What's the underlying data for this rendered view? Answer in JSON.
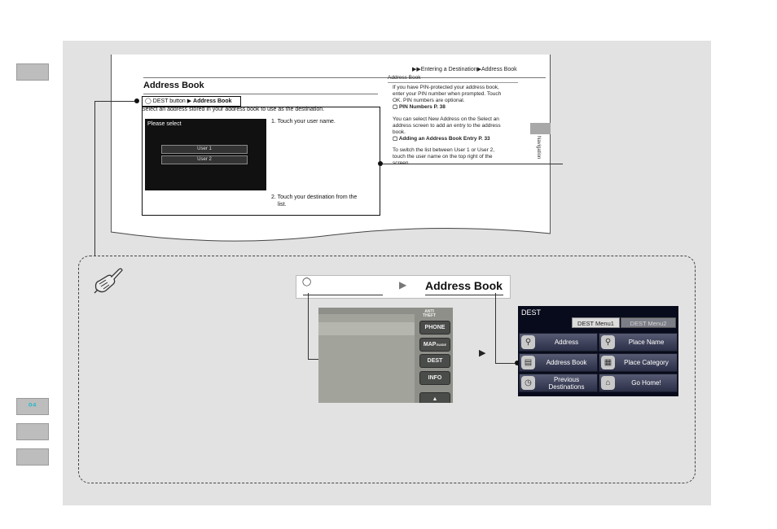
{
  "sidebar": {
    "voice_icon": "voice-command-icon",
    "voice_label": "ᵒ⁴"
  },
  "manual_page": {
    "breadcrumb_top": "▶▶Entering a Destination▶Address Book",
    "title": "Address Book",
    "crumb_prefix": "DEST button ▶ ",
    "crumb_bold": "Address Book",
    "intro": "Select an address stored in your address book to use as the destination.",
    "screen_title": "Please select",
    "user1": "User 1",
    "user2": "User 2",
    "step1": "1. Touch your user name.",
    "step2_line1": "2. Touch your destination from the",
    "step2_line2": "list.",
    "side_heading": "Address Book",
    "side_p1_l1": "If you have PIN-protected your address book,",
    "side_p1_l2": "enter your PIN number when prompted. Touch",
    "side_p1_l3": "OK. PIN numbers are optional.",
    "side_ref1": "▢ PIN Numbers P. 38",
    "side_p2_l1": "You can select New Address on the Select an",
    "side_p2_l2": "address screen to add an entry to the address",
    "side_p2_l3": "book.",
    "side_ref2": "▢ Adding an Address Book Entry P. 33",
    "side_p3_l1": "To switch the list between User 1 or User 2,",
    "side_p3_l2": "touch the user name on the top right of the",
    "side_p3_l3": "screen.",
    "side_tab": "Navigation"
  },
  "crumb_bar": {
    "icon": "voice-icon",
    "arrow": "▶",
    "label": "Address Book"
  },
  "device": {
    "anti_theft": "ANTI\nTHEFT",
    "buttons": [
      "PHONE",
      "MAP",
      "DEST",
      "INFO"
    ],
    "map_suffix": "GUIDE"
  },
  "between_arrow": "▶",
  "dest_menu": {
    "title": "DEST",
    "tab_active": "DEST Menu1",
    "tab_inactive": "DEST Menu2",
    "items": [
      {
        "label": "Address",
        "icon": "magnifier-map-icon"
      },
      {
        "label": "Place Name",
        "icon": "magnifier-icon"
      },
      {
        "label": "Address Book",
        "icon": "book-icon"
      },
      {
        "label": "Place Category",
        "icon": "category-icon"
      },
      {
        "label": "Previous Destinations",
        "icon": "clock-flag-icon"
      },
      {
        "label": "Go Home!",
        "icon": "house-icon"
      }
    ]
  }
}
